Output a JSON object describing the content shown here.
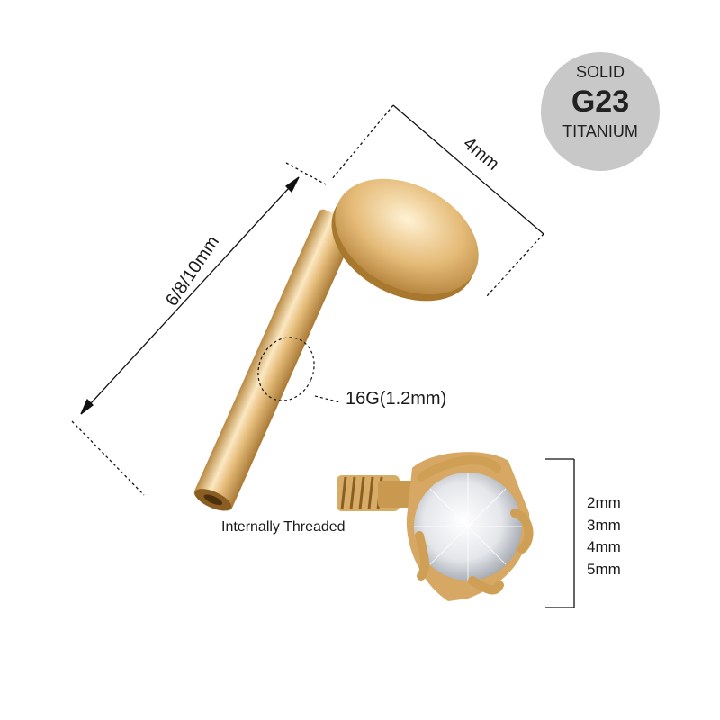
{
  "badge": {
    "line1": "SOLID",
    "line2": "G23",
    "line3": "TITANIUM"
  },
  "dimensions": {
    "length": "6/8/10mm",
    "disc_diameter": "4mm",
    "gauge": "16G(1.2mm)",
    "thread": "Internally Threaded",
    "top_sizes": [
      "2mm",
      "3mm",
      "4mm",
      "5mm"
    ]
  },
  "colors": {
    "gold": "#e1b778",
    "gold_dark": "#b98a43",
    "badge": "#c8c8c8"
  }
}
